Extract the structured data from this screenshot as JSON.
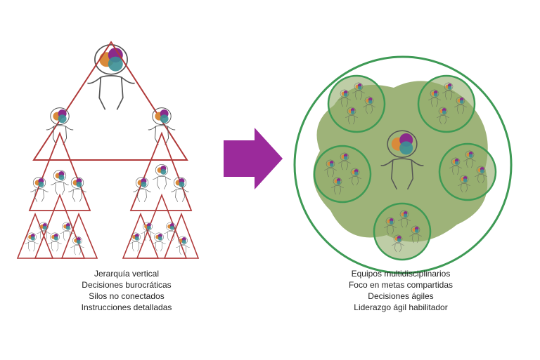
{
  "left": {
    "caption": [
      "Jerarquía vertical",
      "Decisiones burocráticas",
      "Silos no conectados",
      "Instrucciones detalladas"
    ]
  },
  "right": {
    "caption": [
      "Equipos multidisciplinarios",
      "Foco en metas compartidas",
      "Decisiones ágiles",
      "Liderazgo ágil habilitador"
    ]
  },
  "colors": {
    "hierarchy_triangle": "#b03a3a",
    "arrow": "#9b2a9b",
    "team_circle": "#3e9a55",
    "blob": "#93ab6a",
    "head_purple": "#8a2b8a",
    "head_orange": "#d98a3a",
    "head_teal": "#3b8f95"
  }
}
